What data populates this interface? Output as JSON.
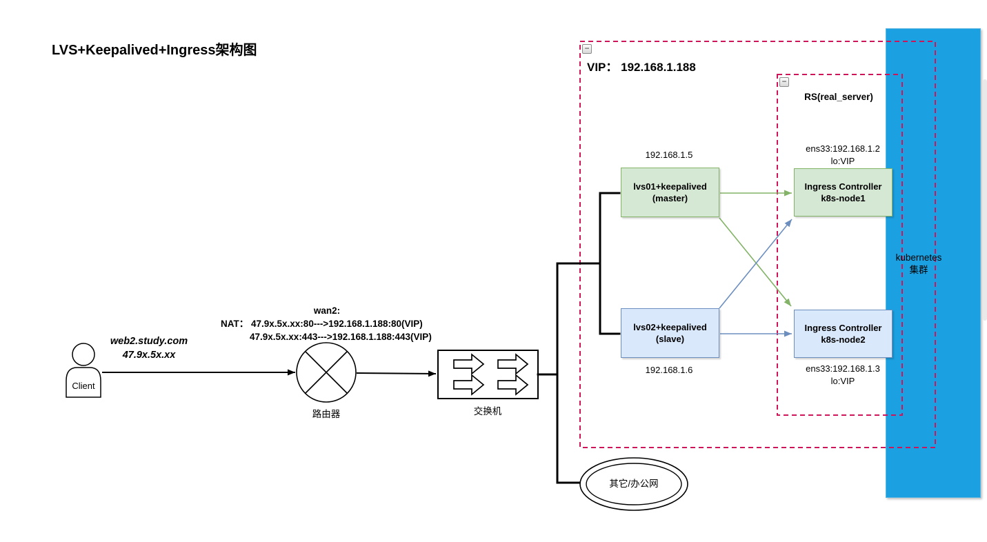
{
  "colors": {
    "dashed_border": "#d0145a",
    "band_fill": "#1ba1e2",
    "green_fill": "#d5e8d4",
    "green_border": "#82b366",
    "blue_fill": "#dae8fc",
    "blue_border": "#6c8ebf",
    "line_black": "#000000"
  },
  "title": "LVS+Keepalived+Ingress架构图",
  "client": {
    "label": "Client",
    "domain": "web2.study.com",
    "ip": "47.9x.5x.xx"
  },
  "router": {
    "label": "路由器"
  },
  "switch": {
    "label": "交换机"
  },
  "wan": {
    "title": "wan2:",
    "nat_line1": "NAT：  47.9x.5x.xx:80--->192.168.1.188:80(VIP)",
    "nat_line2": "47.9x.5x.xx:443--->192.168.1.188:443(VIP)"
  },
  "office_network": {
    "label": "其它/办公网"
  },
  "vip_group": {
    "collapse_glyph": "−",
    "title": "VIP：  192.168.1.188"
  },
  "rs_group": {
    "collapse_glyph": "−",
    "title": "RS(real_server)"
  },
  "k8s_cluster": {
    "line1": "kubernetes",
    "line2": "集群"
  },
  "lvs01": {
    "line1": "lvs01+keepalived",
    "line2": "(master)",
    "ip": "192.168.1.5"
  },
  "lvs02": {
    "line1": "lvs02+keepalived",
    "line2": "(slave)",
    "ip": "192.168.1.6"
  },
  "ingress_node1": {
    "line1": "Ingress Controller",
    "line2": "k8s-node1",
    "nic": "ens33:192.168.1.2",
    "lo": "lo:VIP"
  },
  "ingress_node2": {
    "line1": "Ingress Controller",
    "line2": "k8s-node2",
    "nic": "ens33:192.168.1.3",
    "lo": "lo:VIP"
  }
}
